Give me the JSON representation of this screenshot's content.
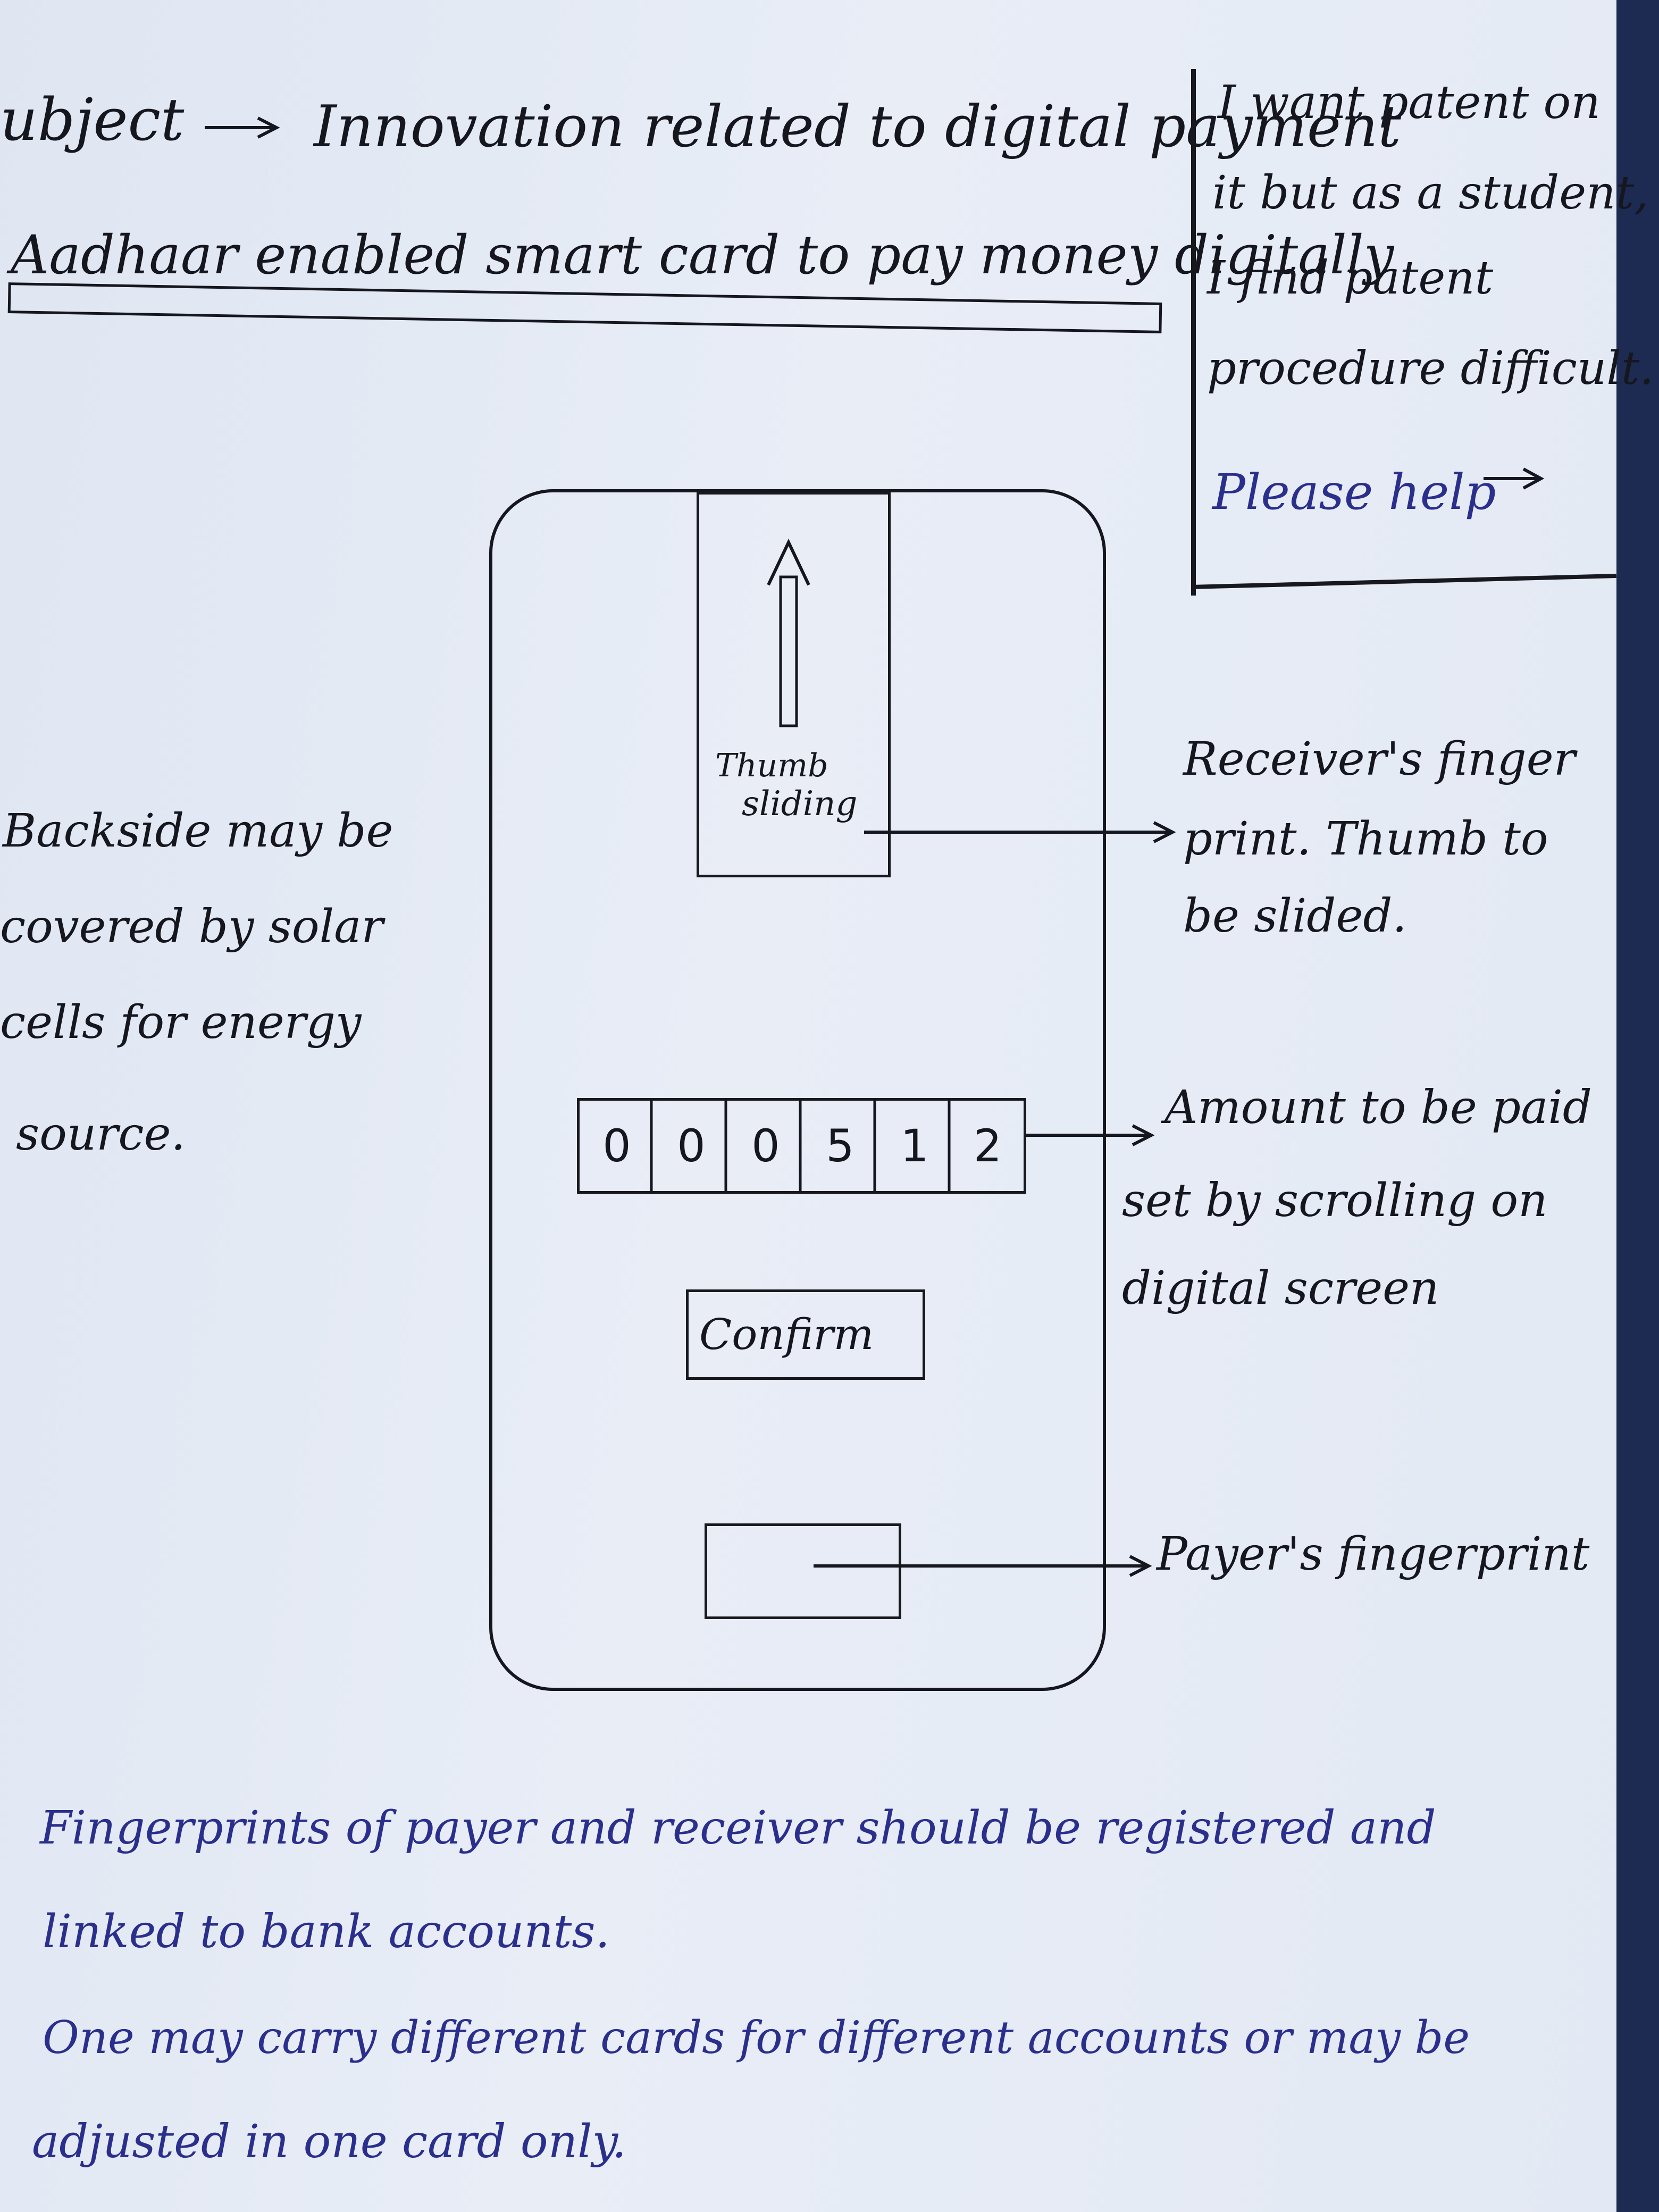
{
  "header": {
    "subject_label": "ubject",
    "subject_text": "Innovation related to digital payment",
    "title": "Aadhaar enabled smart card to pay money digitally"
  },
  "note": {
    "line1": "I want patent on",
    "line2": "it but as a student,",
    "line3": "I find patent",
    "line4": "procedure difficult.",
    "line5": "Please help"
  },
  "card": {
    "thumb_label_1": "Thumb",
    "thumb_label_2": "sliding",
    "digits": [
      "0",
      "0",
      "0",
      "5",
      "1",
      "2"
    ],
    "confirm_label": "Confirm"
  },
  "annotations": {
    "receiver_1": "Receiver's finger",
    "receiver_2": "print. Thumb to",
    "receiver_3": "be slided.",
    "amount_1": "Amount to be paid",
    "amount_2": "set by scrolling on",
    "amount_3": "digital screen",
    "payer": "Payer's fingerprint",
    "backside_1": "Backside may be",
    "backside_2": "covered by solar",
    "backside_3": "cells for energy",
    "backside_4": "source."
  },
  "footer": {
    "line1": "Fingerprints of payer and receiver should be registered and",
    "line2": "linked to bank accounts.",
    "line3": "One may carry different cards for different accounts or may be",
    "line4": "adjusted in one card only."
  },
  "colors": {
    "blue_ink": "#2b2f8c",
    "black_ink": "#16161e",
    "paper": "#e3e9f4"
  }
}
